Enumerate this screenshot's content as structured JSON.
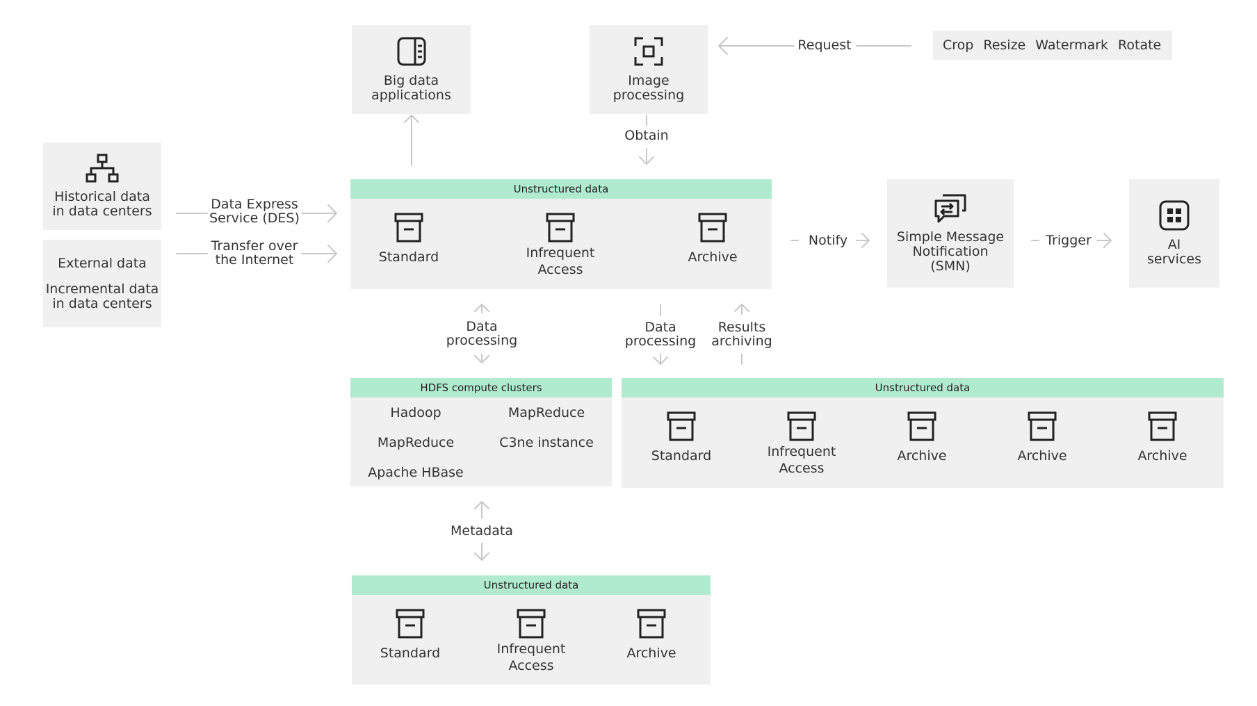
{
  "big_data": {
    "line1": "Big data",
    "line2": "applications"
  },
  "image_processing": {
    "line1": "Image",
    "line2": "processing"
  },
  "tools": [
    "Crop",
    "Resize",
    "Watermark",
    "Rotate"
  ],
  "labels": {
    "request": "Request",
    "obtain": "Obtain",
    "des_1": "Data Express",
    "des_2": "Service (DES)",
    "internet_1": "Transfer over",
    "internet_2": "the Internet",
    "notify": "Notify",
    "trigger": "Trigger",
    "data_processing_1": "Data",
    "data_processing_2": "processing",
    "results_archiving_1": "Results",
    "results_archiving_2": "archiving",
    "metadata": "Metadata"
  },
  "historical": {
    "line1": "Historical data",
    "line2": "in data centers"
  },
  "external": {
    "line1": "External data",
    "line2": "Incremental data",
    "line3": "in data centers"
  },
  "storage_main": {
    "header": "Unstructured data",
    "items": [
      {
        "line1": "Standard"
      },
      {
        "line1": "Infrequent",
        "line2": "Access"
      },
      {
        "line1": "Archive"
      }
    ]
  },
  "smn": {
    "line1": "Simple Message",
    "line2": "Notification",
    "line3": "(SMN)"
  },
  "ai": {
    "line1": "AI",
    "line2": "services"
  },
  "hdfs": {
    "header": "HDFS compute clusters",
    "cells": [
      "Hadoop",
      "MapReduce",
      "MapReduce",
      "C3ne instance",
      "Apache HBase"
    ]
  },
  "storage_right": {
    "header": "Unstructured data",
    "items": [
      {
        "line1": "Standard"
      },
      {
        "line1": "Infrequent",
        "line2": "Access"
      },
      {
        "line1": "Archive"
      },
      {
        "line1": "Archive"
      },
      {
        "line1": "Archive"
      }
    ]
  },
  "storage_bottom": {
    "header": "Unstructured data",
    "items": [
      {
        "line1": "Standard"
      },
      {
        "line1": "Infrequent",
        "line2": "Access"
      },
      {
        "line1": "Archive"
      }
    ]
  }
}
